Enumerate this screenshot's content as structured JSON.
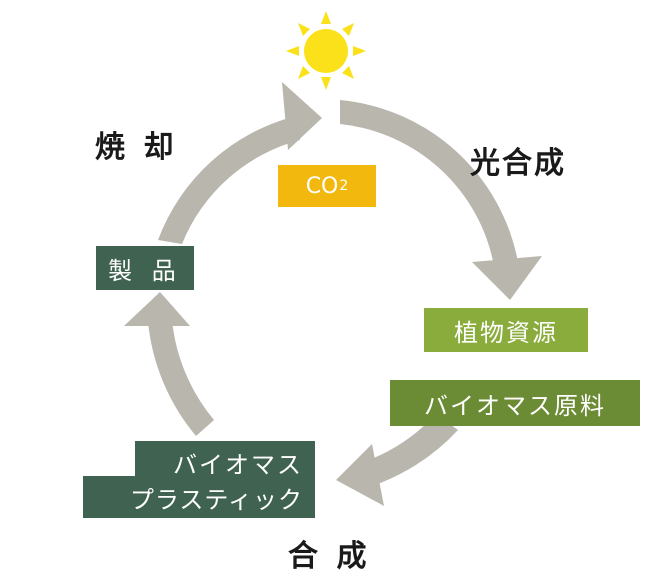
{
  "stages": {
    "incineration": "焼 却",
    "photosynthesis": "光合成",
    "synthesis": "合 成"
  },
  "boxes": {
    "co2_main": "CO",
    "co2_sub": "2",
    "products": "製 品",
    "plant_resources": "植物資源",
    "biomass_raw_material": "バイオマス原料",
    "biomass_plastic_line1": "バイオマス",
    "biomass_plastic_line2": "プラスティック"
  },
  "colors": {
    "sun": "#fbe119",
    "arrow": "#b9b6ae",
    "co2_box": "#f3b80e",
    "dark_green": "#3f6350",
    "light_green": "#8aac3c",
    "mid_green": "#6b8c35"
  },
  "icons": [
    "sun-icon"
  ]
}
